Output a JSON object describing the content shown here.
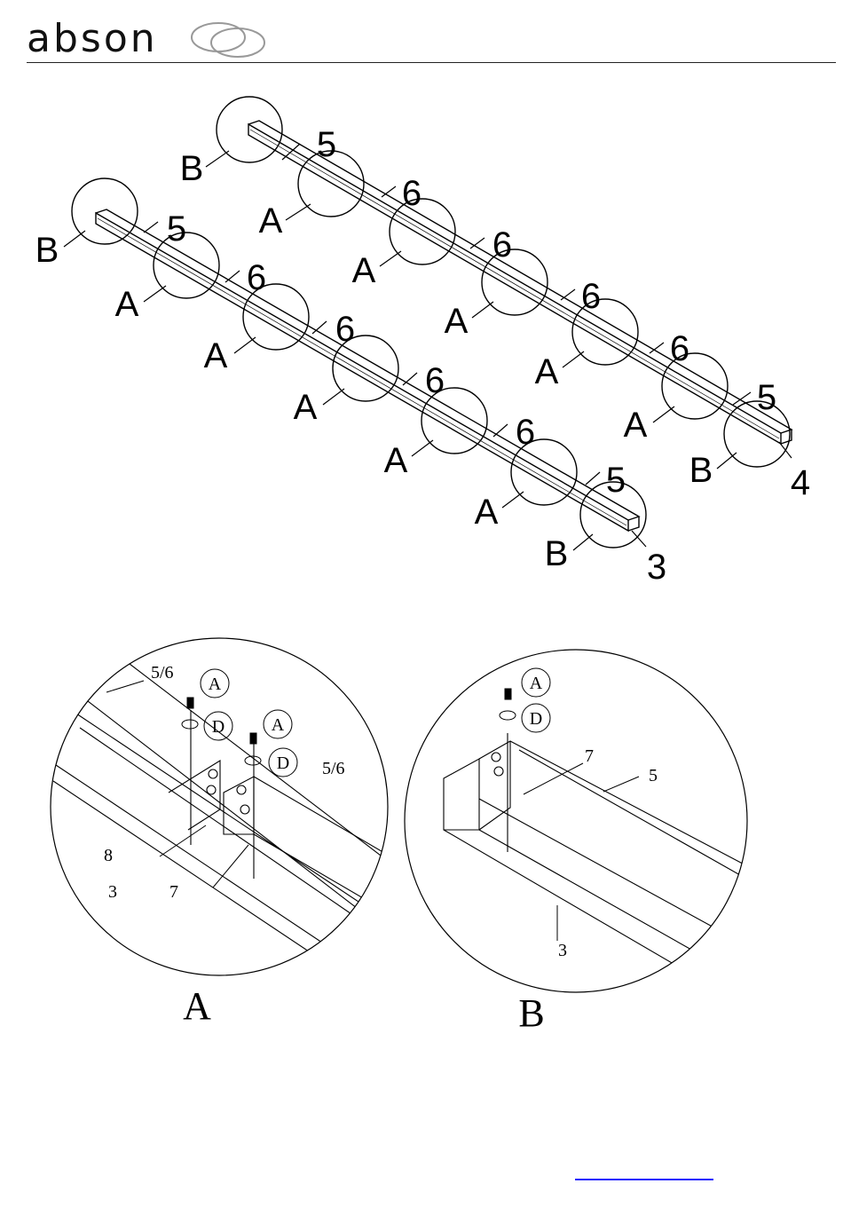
{
  "header": {
    "brand": "abson"
  },
  "overview": {
    "callouts": [
      "A",
      "B"
    ],
    "parts": [
      "3",
      "4",
      "5",
      "6"
    ]
  },
  "detail_a": {
    "title": "A",
    "labels": [
      "5/6",
      "5/6",
      "8",
      "3",
      "7"
    ],
    "hardware": [
      "A",
      "D",
      "A",
      "D"
    ]
  },
  "detail_b": {
    "title": "B",
    "labels": [
      "7",
      "5",
      "3"
    ],
    "hardware": [
      "A",
      "D"
    ]
  },
  "colors": {
    "line": "#000000",
    "link": "#1a1aff"
  }
}
